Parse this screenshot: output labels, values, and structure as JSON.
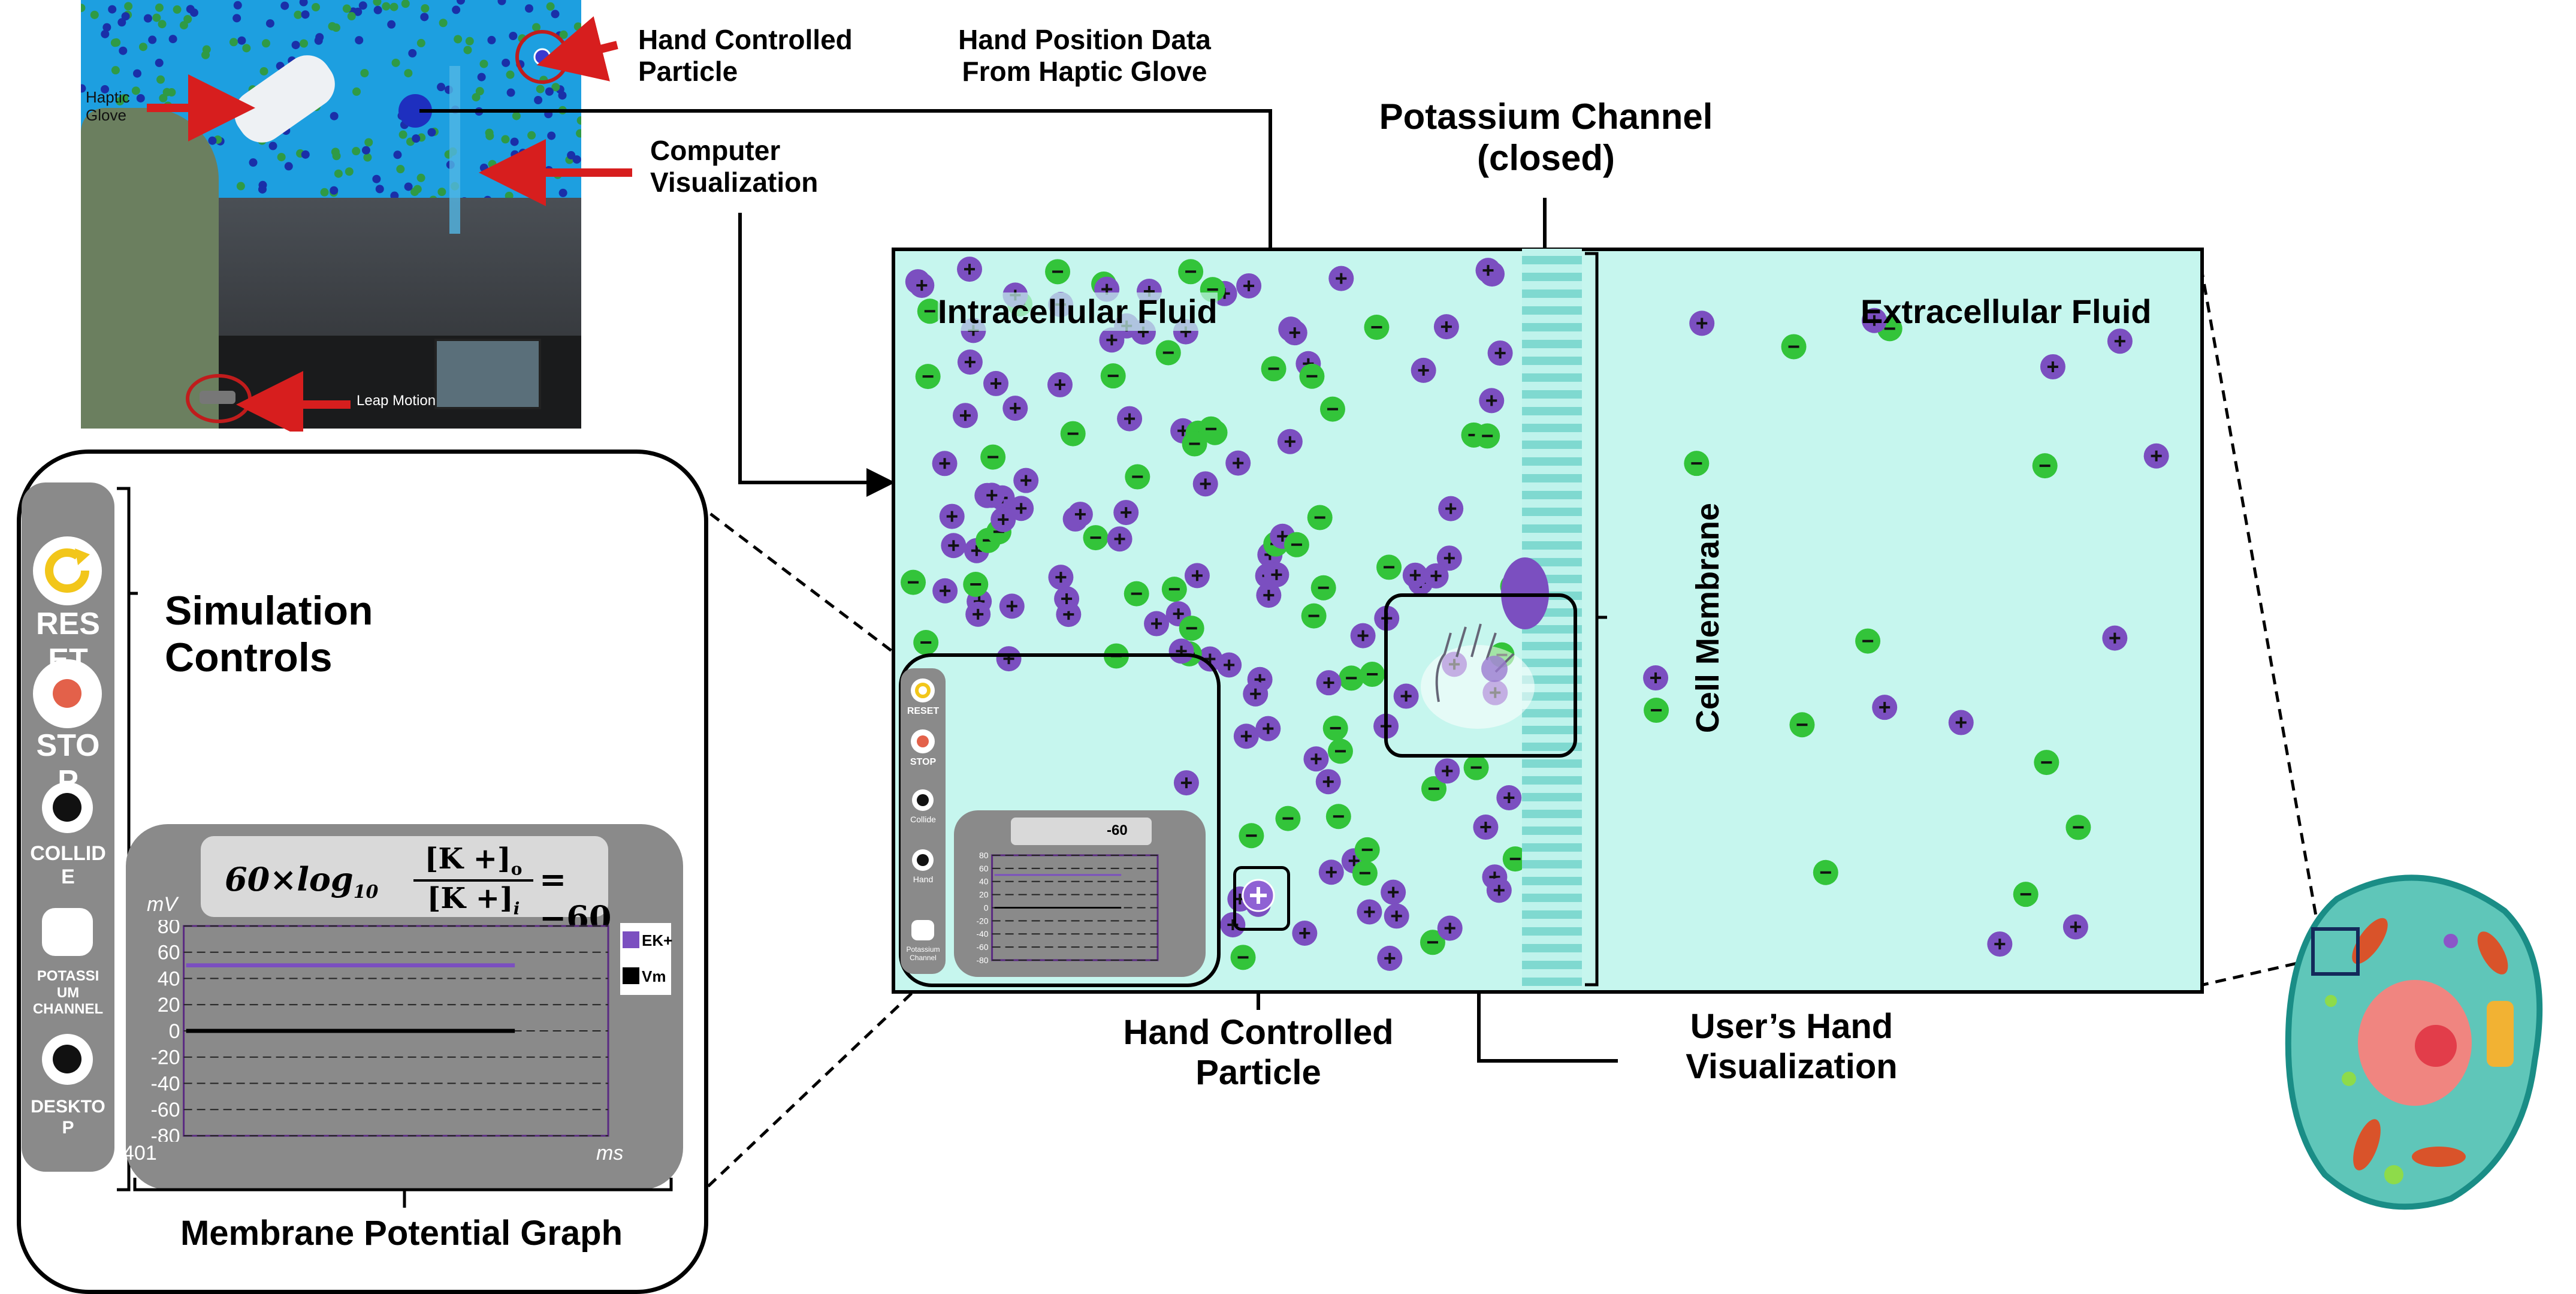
{
  "photo": {
    "hand_controlled_particle": "Hand Controlled\nParticle",
    "haptic_glove": "Haptic\nGlove",
    "computer_visualization": "Computer\nVisualization",
    "leap_motion": "Leap Motion",
    "hand_position_data": "Hand Position Data\nFrom Haptic Glove"
  },
  "simulation": {
    "potassium_channel": "Potassium Channel\n(closed)",
    "intracellular_fluid": "Intracellular Fluid",
    "extracellular_fluid": "Extracellular Fluid",
    "cell_membrane": "Cell Membrane",
    "hand_controlled_particle": "Hand Controlled\nParticle",
    "users_hand_visualization": "User’s Hand\nVisualization"
  },
  "controls": {
    "title": "Simulation\nControls",
    "reset": "RES\nET",
    "stop": "STO\nP",
    "collide": "COLLID\nE",
    "potassium_channel": "POTASSI\nUM\nCHANNEL",
    "desktop": "DESKTO\nP"
  },
  "graph": {
    "caption": "Membrane Potential Graph",
    "formula_lhs": "60×log",
    "formula_sub": "10",
    "formula_num": "[K +]",
    "formula_num_sub": "o",
    "formula_den": "[K +]",
    "formula_den_sub": "i",
    "formula_rhs": "= −60",
    "y_unit": "mV",
    "x_unit": "ms",
    "x_start": "401",
    "legend_ek": "EK+",
    "legend_vm": "Vm"
  },
  "mini_panel": {
    "reset": "RESET",
    "stop": "STOP",
    "collide": "Collide",
    "hand": "Hand",
    "potassium": "Potassium\nChannel",
    "result": "-60"
  },
  "chart_data": {
    "type": "line",
    "ylabel": "mV",
    "xlabel": "ms",
    "ylim": [
      -80,
      80
    ],
    "yticks": [
      80,
      60,
      40,
      20,
      0,
      -20,
      -40,
      -60,
      -80
    ],
    "x_start": "401",
    "series": [
      {
        "name": "EK+",
        "values": [
          50,
          50
        ],
        "color": "#7b4fc0"
      },
      {
        "name": "Vm",
        "values": [
          0,
          0
        ],
        "color": "#000000"
      }
    ]
  },
  "colors": {
    "potassium_ion": "#7b4fc0",
    "negative_ion": "#33c43a",
    "fluid": "#c6f6ee",
    "arrow_red": "#d71e1e",
    "panel_grey": "#8a8a8a",
    "reset_yellow": "#f2c61a",
    "stop_red": "#e3614a"
  }
}
